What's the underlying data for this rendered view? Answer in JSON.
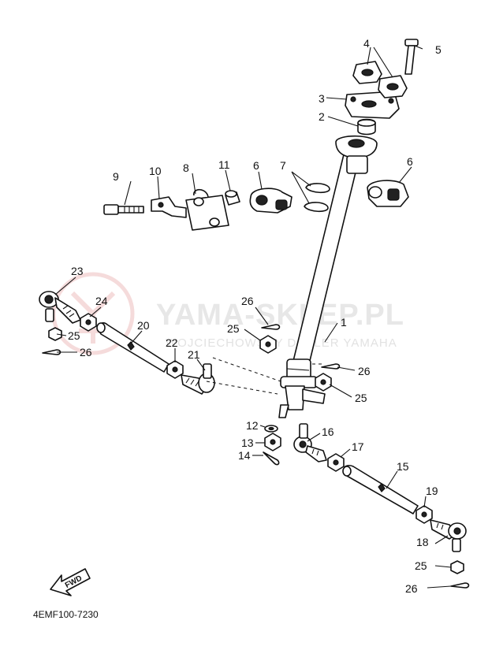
{
  "watermark": {
    "brand": "YAMA-SKLEP.PL",
    "subtitle": "WOJCIECHOWSCY DEALER YAMAHA"
  },
  "diagram_code": "4EMF100-7230",
  "fwd_label": "FWD",
  "callouts": [
    {
      "id": "c1",
      "label": "1"
    },
    {
      "id": "c2",
      "label": "2"
    },
    {
      "id": "c3",
      "label": "3"
    },
    {
      "id": "c4",
      "label": "4"
    },
    {
      "id": "c5",
      "label": "5"
    },
    {
      "id": "c6a",
      "label": "6"
    },
    {
      "id": "c6b",
      "label": "6"
    },
    {
      "id": "c7",
      "label": "7"
    },
    {
      "id": "c8",
      "label": "8"
    },
    {
      "id": "c9",
      "label": "9"
    },
    {
      "id": "c10",
      "label": "10"
    },
    {
      "id": "c11",
      "label": "11"
    },
    {
      "id": "c12",
      "label": "12"
    },
    {
      "id": "c13",
      "label": "13"
    },
    {
      "id": "c14",
      "label": "14"
    },
    {
      "id": "c15",
      "label": "15"
    },
    {
      "id": "c16",
      "label": "16"
    },
    {
      "id": "c17",
      "label": "17"
    },
    {
      "id": "c18",
      "label": "18"
    },
    {
      "id": "c19",
      "label": "19"
    },
    {
      "id": "c20",
      "label": "20"
    },
    {
      "id": "c21",
      "label": "21"
    },
    {
      "id": "c22",
      "label": "22"
    },
    {
      "id": "c23",
      "label": "23"
    },
    {
      "id": "c24",
      "label": "24"
    },
    {
      "id": "c25a",
      "label": "25"
    },
    {
      "id": "c25b",
      "label": "25"
    },
    {
      "id": "c25c",
      "label": "25"
    },
    {
      "id": "c25d",
      "label": "25"
    },
    {
      "id": "c26a",
      "label": "26"
    },
    {
      "id": "c26b",
      "label": "26"
    },
    {
      "id": "c26c",
      "label": "26"
    },
    {
      "id": "c26d",
      "label": "26"
    }
  ]
}
